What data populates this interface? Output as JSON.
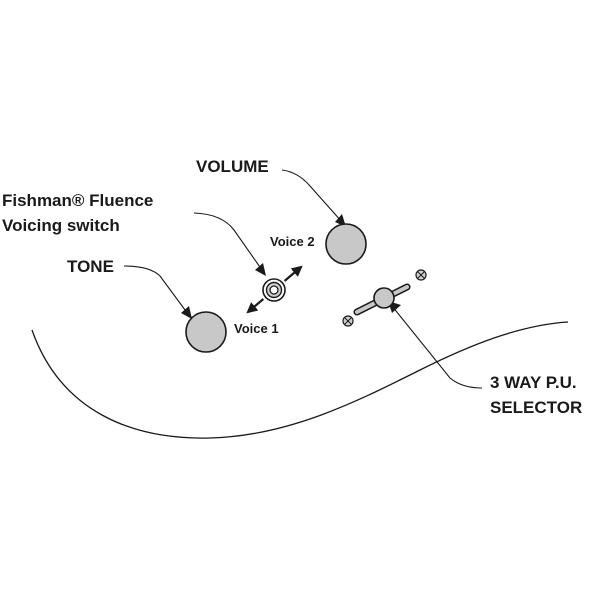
{
  "labels": {
    "volume": "VOLUME",
    "fishman_line1": "Fishman® Fluence",
    "fishman_line2": "Voicing switch",
    "tone": "TONE",
    "voice1": "Voice 1",
    "voice2": "Voice 2",
    "selector_line1": "3 WAY P.U.",
    "selector_line2": "SELECTOR"
  },
  "colors": {
    "knob_fill": "#c8c8c8",
    "outline": "#1a1a1a",
    "background": "#ffffff"
  }
}
